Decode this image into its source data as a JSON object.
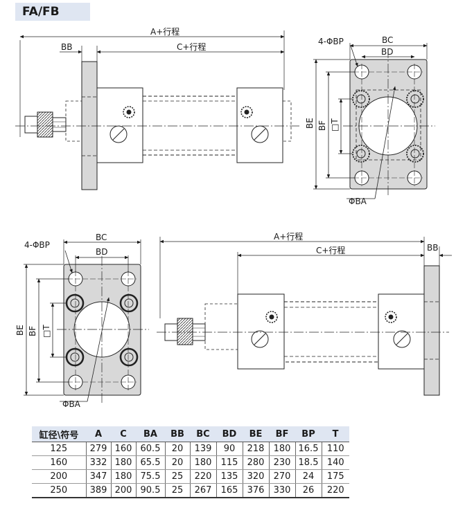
{
  "title": "FA/FB",
  "labels": {
    "a_stroke": "A+行程",
    "c_stroke": "C+行程",
    "bb": "BB",
    "bc": "BC",
    "bd": "BD",
    "be": "BE",
    "bf": "BF",
    "bp": "4-ΦBP",
    "t": "□T",
    "ba": "ΦBA"
  },
  "table": {
    "headers": [
      "缸径\\符号",
      "A",
      "C",
      "BA",
      "BB",
      "BC",
      "BD",
      "BE",
      "BF",
      "BP",
      "T"
    ],
    "rows": [
      [
        "125",
        "279",
        "160",
        "60.5",
        "20",
        "139",
        "90",
        "218",
        "180",
        "16.5",
        "110"
      ],
      [
        "160",
        "332",
        "180",
        "65.5",
        "20",
        "180",
        "115",
        "280",
        "230",
        "18.5",
        "140"
      ],
      [
        "200",
        "347",
        "180",
        "75.5",
        "25",
        "220",
        "135",
        "320",
        "270",
        "24",
        "175"
      ],
      [
        "250",
        "389",
        "200",
        "90.5",
        "25",
        "267",
        "165",
        "376",
        "330",
        "26",
        "220"
      ]
    ]
  }
}
